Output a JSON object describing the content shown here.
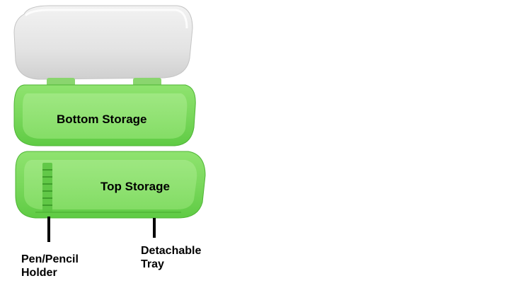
{
  "diagram": {
    "labels": {
      "bottom_storage": "Bottom Storage",
      "top_storage": "Top Storage",
      "pen_holder_line1": "Pen/Pencil",
      "pen_holder_line2": "Holder",
      "tray_line1": "Detachable",
      "tray_line2": "Tray"
    },
    "colors": {
      "lid": "#e6e6e6",
      "case_green": "#79dd5f",
      "case_green_dark": "#52c43a",
      "leader_line": "#000000"
    }
  }
}
